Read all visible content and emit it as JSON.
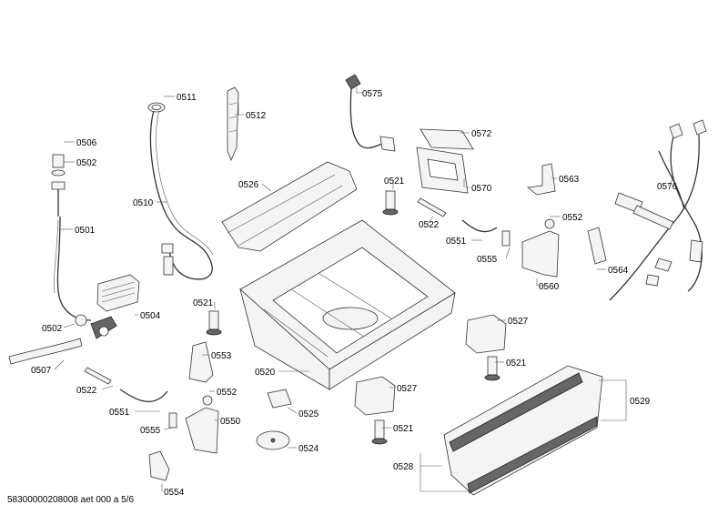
{
  "footer": {
    "document_code": "58300000208008 aet 000 a 5/6"
  },
  "callouts": {
    "c0511": "0511",
    "c0512": "0512",
    "c0575": "0575",
    "c0572": "0572",
    "c0506": "0506",
    "c0502a": "0502",
    "c0510": "0510",
    "c0526": "0526",
    "c0521a": "0521",
    "c0570": "0570",
    "c0563": "0563",
    "c0576": "0576",
    "c0522a": "0522",
    "c0552a": "0552",
    "c0501": "0501",
    "c0551a": "0551",
    "c0555a": "0555",
    "c0564": "0564",
    "c0560": "0560",
    "c0504": "0504",
    "c0502b": "0502",
    "c0521b": "0521",
    "c0527a": "0527",
    "c0507": "0507",
    "c0553": "0553",
    "c0520": "0520",
    "c0521c": "0521",
    "c0522b": "0522",
    "c0552b": "0552",
    "c0527b": "0527",
    "c0529": "0529",
    "c0551b": "0551",
    "c0525": "0525",
    "c0550": "0550",
    "c0555b": "0555",
    "c0521d": "0521",
    "c0524": "0524",
    "c0528": "0528",
    "c0554": "0554"
  }
}
